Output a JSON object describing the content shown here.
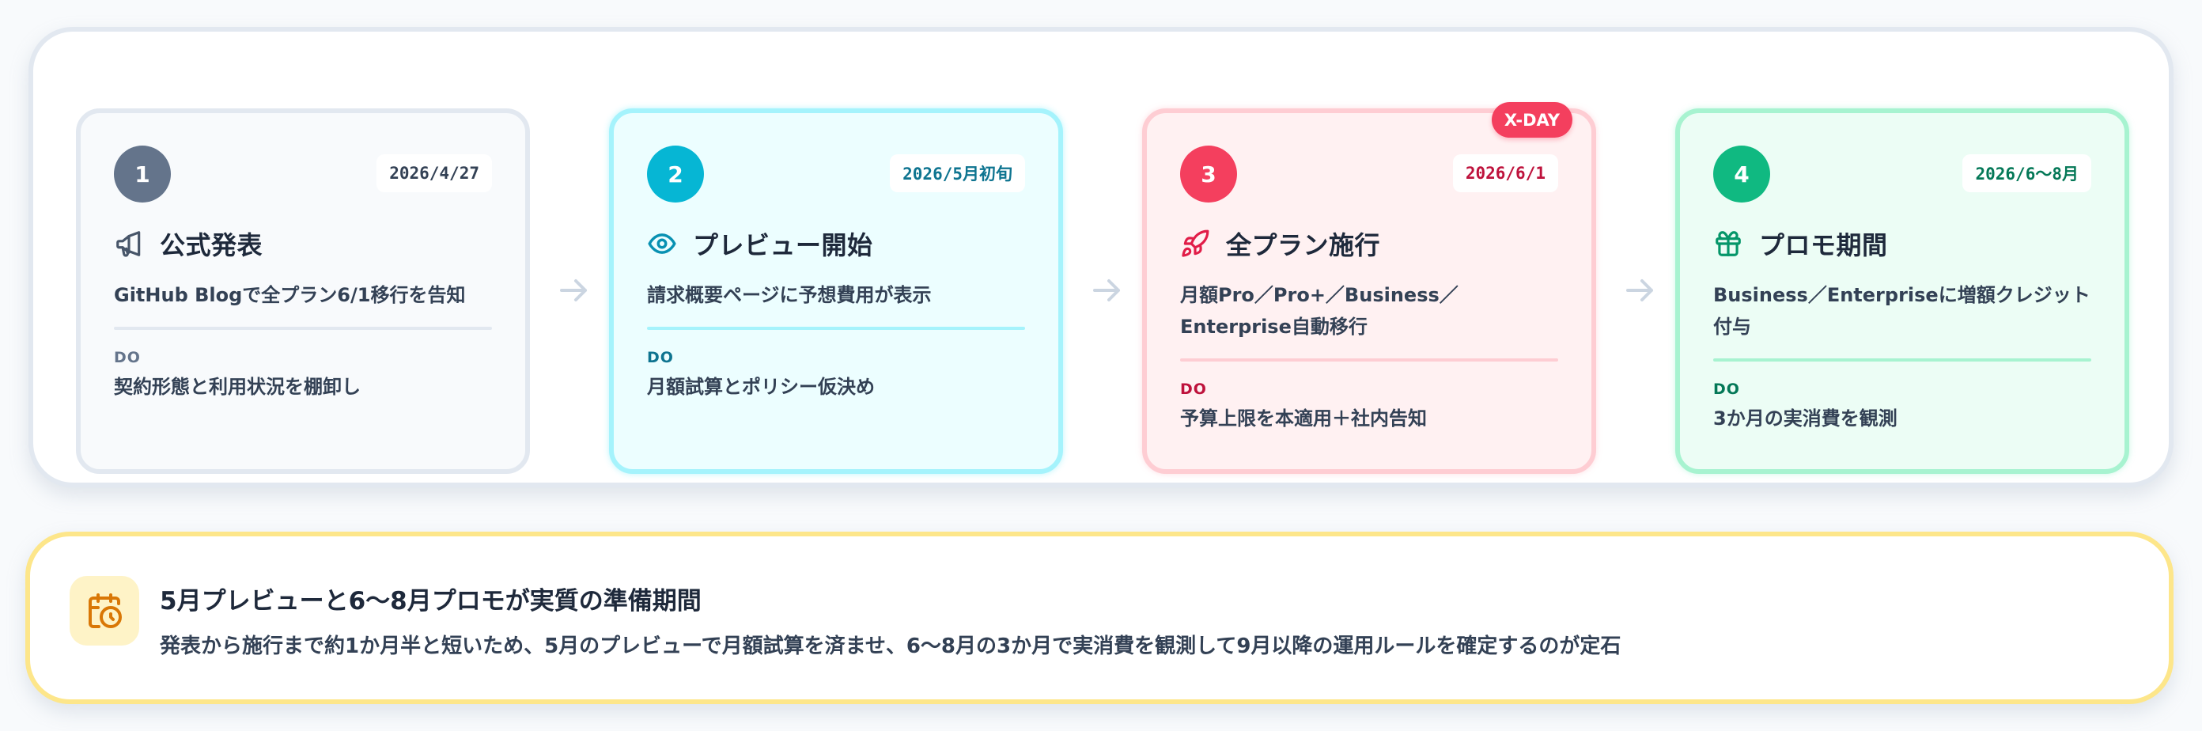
{
  "timeline": {
    "steps": [
      {
        "number": "1",
        "date": "2026/4/27",
        "icon": "megaphone-icon",
        "title": "公式発表",
        "description": "GitHub Blogで全プラン6/1移行を告知",
        "do_label": "DO",
        "do_text": "契約形態と利用状況を棚卸し",
        "colors": {
          "accent": "#64748b",
          "date_text": "#334155",
          "do_label": "#64748b",
          "divider": "#e2e8f0",
          "icon": "#475569"
        }
      },
      {
        "number": "2",
        "date": "2026/5月初旬",
        "icon": "eye-icon",
        "title": "プレビュー開始",
        "description": "請求概要ページに予想費用が表示",
        "do_label": "DO",
        "do_text": "月額試算とポリシー仮決め",
        "colors": {
          "accent": "#06b6d4",
          "date_text": "#0e7490",
          "do_label": "#0e7490",
          "divider": "#a5f3fc",
          "icon": "#0891b2"
        }
      },
      {
        "number": "3",
        "date": "2026/6/1",
        "badge": "X-DAY",
        "icon": "rocket-icon",
        "title": "全プラン施行",
        "description": "月額Pro／Pro+／Business／Enterprise自動移行",
        "do_label": "DO",
        "do_text": "予算上限を本適用＋社内告知",
        "colors": {
          "accent": "#f43f5e",
          "date_text": "#be123c",
          "do_label": "#be123c",
          "divider": "#fecdd3",
          "icon": "#e11d48"
        }
      },
      {
        "number": "4",
        "date": "2026/6〜8月",
        "icon": "gift-icon",
        "title": "プロモ期間",
        "description": "Business／Enterpriseに増額クレジット付与",
        "do_label": "DO",
        "do_text": "3か月の実消費を観測",
        "colors": {
          "accent": "#10b981",
          "date_text": "#047857",
          "do_label": "#047857",
          "divider": "#a7f3d0",
          "icon": "#059669"
        }
      }
    ]
  },
  "callout": {
    "icon": "calendar-clock-icon",
    "title": "5月プレビューと6〜8月プロモが実質の準備期間",
    "text": "発表から施行まで約1か月半と短いため、5月のプレビューで月額試算を済ませ、6〜8月の3か月で実消費を観測して9月以降の運用ルールを確定するのが定石",
    "colors": {
      "border": "#fde68a",
      "icon_bg": "#fef3c7",
      "icon": "#d97706"
    }
  }
}
